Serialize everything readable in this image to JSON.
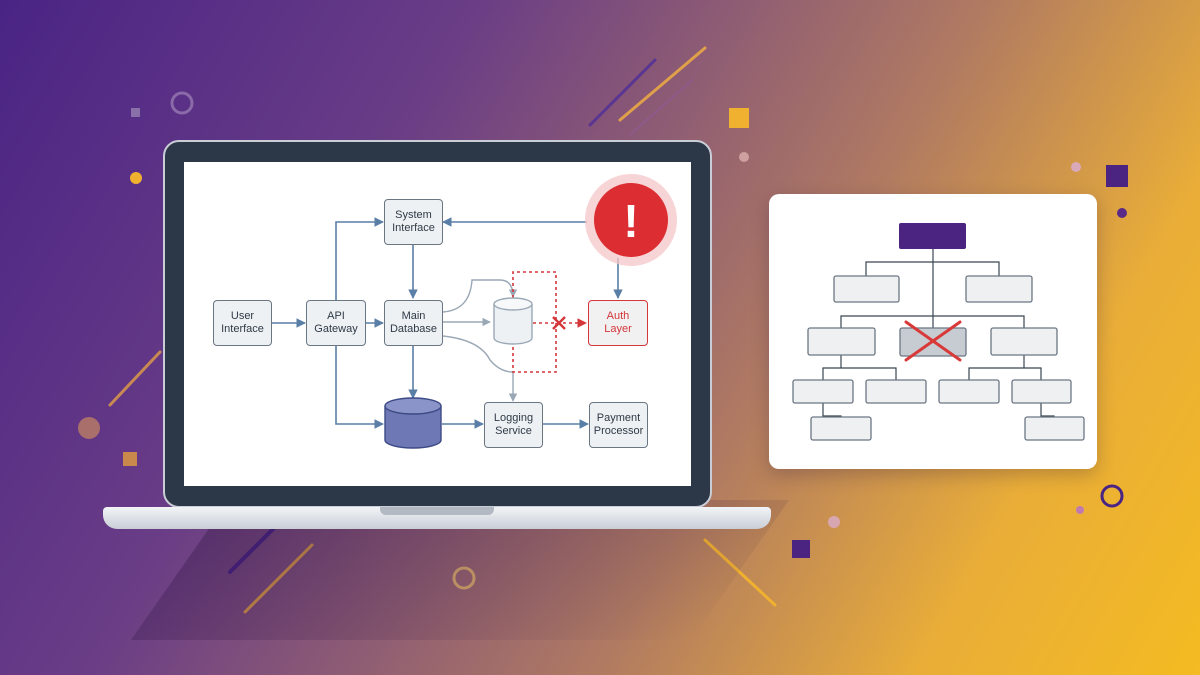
{
  "colors": {
    "accent_purple": "#4b2481",
    "alert_red": "#dc2d33",
    "database_blue": "#6d78b4",
    "arrow_blue": "#5a7fa6",
    "gold": "#f0b030"
  },
  "architecture_diagram": {
    "nodes": {
      "user_interface": "User\nInterface",
      "api_gateway": "API\nGateway",
      "system_interface": "System\nInterface",
      "main_database": "Main\nDatabase",
      "auth_layer": "Auth\nLayer",
      "logging_service": "Logging\nService",
      "payment_processor": "Payment\nProcessor"
    },
    "alert_icon": "exclamation-alert-icon",
    "alert_glyph": "!",
    "broken_link_icon": "red-x-icon"
  },
  "org_chart": {
    "root_color": "#4b2481",
    "removed_node_icon": "red-x-icon"
  }
}
